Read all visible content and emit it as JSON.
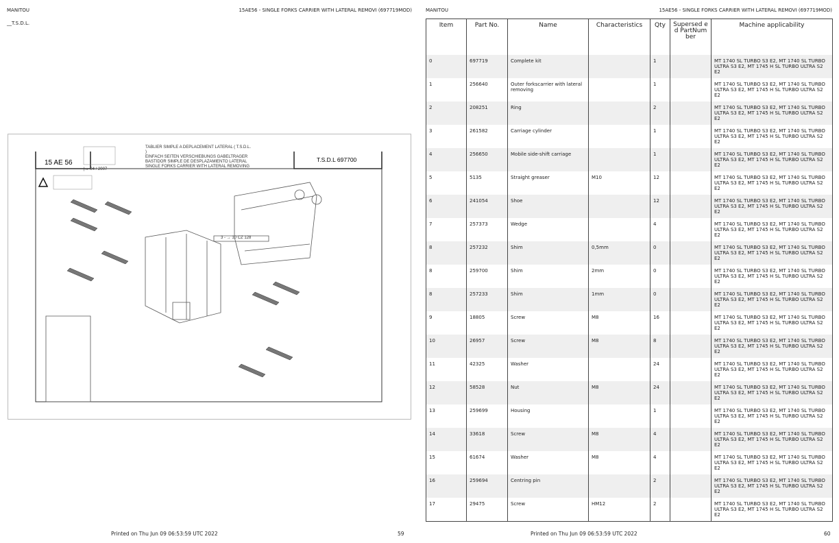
{
  "left_page": {
    "brand": "MANITOU",
    "title": "15AE56 - SINGLE FORKS CARRIER WITH LATERAL REMOVI (697719MOD)",
    "section": "__T.S.D.L.",
    "drawing": {
      "code": "15 AE 56",
      "date": "|→ 04 / 2007",
      "titles": [
        "TABLIER SIMPLE A DEPLACEMENT LATERAL ( T.S.D.L.",
        ")",
        "EINFACH SEITEN VERSCHIEBUNGS GABELTRAGER",
        "BASTIDOR SIMPLE DE DESPLAZAMIENTO LATERAL",
        "SINGLE FORKS CARRIER WITH LATERAL REMOVING"
      ],
      "ref": "T.S.D.L  697700",
      "callout": "3 - → 10 CZ 128"
    },
    "footer_printed": "Printed on  Thu Jun 09 06:53:59 UTC 2022",
    "page_number": "59"
  },
  "right_page": {
    "brand": "MANITOU",
    "title": "15AE56 - SINGLE FORKS CARRIER WITH LATERAL REMOVI (697719MOD)",
    "columns": [
      "Item",
      "Part No.",
      "Name",
      "Characteristics",
      "Qty",
      "Supersed ed PartNum ber",
      "Machine applicability"
    ],
    "rows": [
      {
        "item": "0",
        "part": "697719",
        "name": "Complete kit",
        "char": "",
        "qty": "1",
        "sup": "",
        "mach": "MT 1740 SL TURBO S3 E2, MT 1740 SL TURBO ULTRA S3 E2, MT 1745 H SL TURBO ULTRA S2 E2"
      },
      {
        "item": "1",
        "part": "256640",
        "name": "Outer forkscarrier with lateral removing",
        "char": "",
        "qty": "1",
        "sup": "",
        "mach": "MT 1740 SL TURBO S3 E2, MT 1740 SL TURBO ULTRA S3 E2, MT 1745 H SL TURBO ULTRA S2 E2"
      },
      {
        "item": "2",
        "part": "208251",
        "name": "Ring",
        "char": "",
        "qty": "2",
        "sup": "",
        "mach": "MT 1740 SL TURBO S3 E2, MT 1740 SL TURBO ULTRA S3 E2, MT 1745 H SL TURBO ULTRA S2 E2"
      },
      {
        "item": "3",
        "part": "261582",
        "name": "Carriage cylinder",
        "char": "",
        "qty": "1",
        "sup": "",
        "mach": "MT 1740 SL TURBO S3 E2, MT 1740 SL TURBO ULTRA S3 E2, MT 1745 H SL TURBO ULTRA S2 E2"
      },
      {
        "item": "4",
        "part": "256650",
        "name": "Mobile side-shift carriage",
        "char": "",
        "qty": "1",
        "sup": "",
        "mach": "MT 1740 SL TURBO S3 E2, MT 1740 SL TURBO ULTRA S3 E2, MT 1745 H SL TURBO ULTRA S2 E2"
      },
      {
        "item": "5",
        "part": "5135",
        "name": "Straight greaser",
        "char": "M10",
        "qty": "12",
        "sup": "",
        "mach": "MT 1740 SL TURBO S3 E2, MT 1740 SL TURBO ULTRA S3 E2, MT 1745 H SL TURBO ULTRA S2 E2"
      },
      {
        "item": "6",
        "part": "241054",
        "name": "Shoe",
        "char": "",
        "qty": "12",
        "sup": "",
        "mach": "MT 1740 SL TURBO S3 E2, MT 1740 SL TURBO ULTRA S3 E2, MT 1745 H SL TURBO ULTRA S2 E2"
      },
      {
        "item": "7",
        "part": "257373",
        "name": "Wedge",
        "char": "",
        "qty": "4",
        "sup": "",
        "mach": "MT 1740 SL TURBO S3 E2, MT 1740 SL TURBO ULTRA S3 E2, MT 1745 H SL TURBO ULTRA S2 E2"
      },
      {
        "item": "8",
        "part": "257232",
        "name": "Shim",
        "char": "0,5mm",
        "qty": "0",
        "sup": "",
        "mach": "MT 1740 SL TURBO S3 E2, MT 1740 SL TURBO ULTRA S3 E2, MT 1745 H SL TURBO ULTRA S2 E2"
      },
      {
        "item": "8",
        "part": "259700",
        "name": "Shim",
        "char": "2mm",
        "qty": "0",
        "sup": "",
        "mach": "MT 1740 SL TURBO S3 E2, MT 1740 SL TURBO ULTRA S3 E2, MT 1745 H SL TURBO ULTRA S2 E2"
      },
      {
        "item": "8",
        "part": "257233",
        "name": "Shim",
        "char": "1mm",
        "qty": "0",
        "sup": "",
        "mach": "MT 1740 SL TURBO S3 E2, MT 1740 SL TURBO ULTRA S3 E2, MT 1745 H SL TURBO ULTRA S2 E2"
      },
      {
        "item": "9",
        "part": "18805",
        "name": "Screw",
        "char": "M8",
        "qty": "16",
        "sup": "",
        "mach": "MT 1740 SL TURBO S3 E2, MT 1740 SL TURBO ULTRA S3 E2, MT 1745 H SL TURBO ULTRA S2 E2"
      },
      {
        "item": "10",
        "part": "26957",
        "name": "Screw",
        "char": "M8",
        "qty": "8",
        "sup": "",
        "mach": "MT 1740 SL TURBO S3 E2, MT 1740 SL TURBO ULTRA S3 E2, MT 1745 H SL TURBO ULTRA S2 E2"
      },
      {
        "item": "11",
        "part": "42325",
        "name": "Washer",
        "char": "",
        "qty": "24",
        "sup": "",
        "mach": "MT 1740 SL TURBO S3 E2, MT 1740 SL TURBO ULTRA S3 E2, MT 1745 H SL TURBO ULTRA S2 E2"
      },
      {
        "item": "12",
        "part": "58528",
        "name": "Nut",
        "char": "M8",
        "qty": "24",
        "sup": "",
        "mach": "MT 1740 SL TURBO S3 E2, MT 1740 SL TURBO ULTRA S3 E2, MT 1745 H SL TURBO ULTRA S2 E2"
      },
      {
        "item": "13",
        "part": "259699",
        "name": "Housing",
        "char": "",
        "qty": "1",
        "sup": "",
        "mach": "MT 1740 SL TURBO S3 E2, MT 1740 SL TURBO ULTRA S3 E2, MT 1745 H SL TURBO ULTRA S2 E2"
      },
      {
        "item": "14",
        "part": "33618",
        "name": "Screw",
        "char": "M8",
        "qty": "4",
        "sup": "",
        "mach": "MT 1740 SL TURBO S3 E2, MT 1740 SL TURBO ULTRA S3 E2, MT 1745 H SL TURBO ULTRA S2 E2"
      },
      {
        "item": "15",
        "part": "61674",
        "name": "Washer",
        "char": "M8",
        "qty": "4",
        "sup": "",
        "mach": "MT 1740 SL TURBO S3 E2, MT 1740 SL TURBO ULTRA S3 E2, MT 1745 H SL TURBO ULTRA S2 E2"
      },
      {
        "item": "16",
        "part": "259694",
        "name": "Centring pin",
        "char": "",
        "qty": "2",
        "sup": "",
        "mach": "MT 1740 SL TURBO S3 E2, MT 1740 SL TURBO ULTRA S3 E2, MT 1745 H SL TURBO ULTRA S2 E2"
      },
      {
        "item": "17",
        "part": "29475",
        "name": "Screw",
        "char": "HM12",
        "qty": "2",
        "sup": "",
        "mach": "MT 1740 SL TURBO S3 E2, MT 1740 SL TURBO ULTRA S3 E2, MT 1745 H SL TURBO ULTRA S2 E2"
      }
    ],
    "footer_printed": "Printed on  Thu Jun 09 06:53:59 UTC 2022",
    "page_number": "60"
  }
}
